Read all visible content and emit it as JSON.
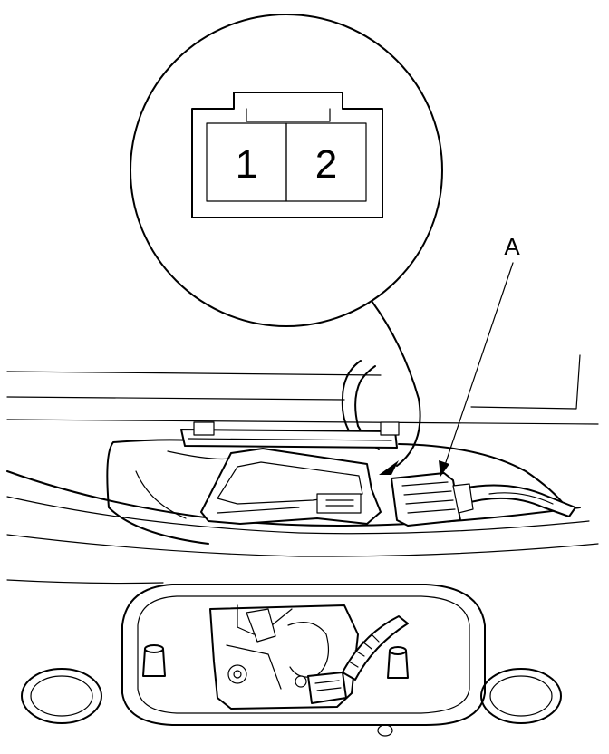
{
  "connector_detail": {
    "pins": [
      {
        "label": "1"
      },
      {
        "label": "2"
      }
    ]
  },
  "callouts": {
    "connector_a": "A"
  }
}
